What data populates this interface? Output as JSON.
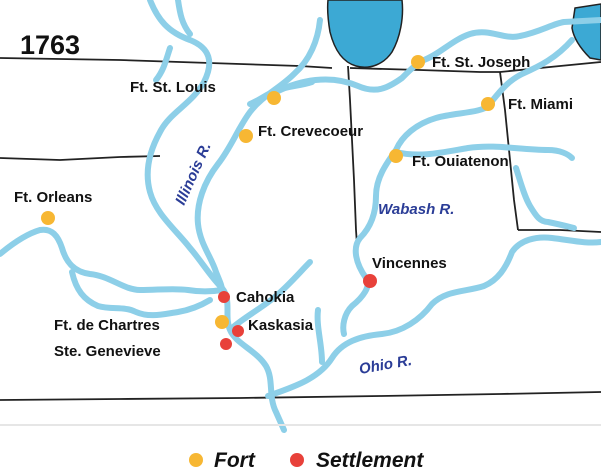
{
  "map": {
    "year": "1763",
    "colors": {
      "background": "#ffffff",
      "water": "#8dcfe8",
      "lake": "#3ca9d4",
      "border": "#222222",
      "fort": "#f7b733",
      "settlement": "#e8413a",
      "river_label": "#2b3d97"
    },
    "rivers": [
      {
        "id": "illinois",
        "label": "Illinois R."
      },
      {
        "id": "wabash",
        "label": "Wabash R."
      },
      {
        "id": "ohio",
        "label": "Ohio R."
      }
    ],
    "forts": [
      {
        "name": "Ft. St. Louis"
      },
      {
        "name": "Ft. St. Joseph"
      },
      {
        "name": "Ft. Miami"
      },
      {
        "name": "Ft. Crevecoeur"
      },
      {
        "name": "Ft. Ouiatenon"
      },
      {
        "name": "Ft. Orleans"
      },
      {
        "name": "Ft. de Chartres"
      }
    ],
    "settlements": [
      {
        "name": "Vincennes"
      },
      {
        "name": "Cahokia"
      },
      {
        "name": "Kaskasia"
      },
      {
        "name": "Ste. Genevieve"
      }
    ]
  },
  "legend": {
    "fort_label": "Fort",
    "settlement_label": "Settlement"
  }
}
